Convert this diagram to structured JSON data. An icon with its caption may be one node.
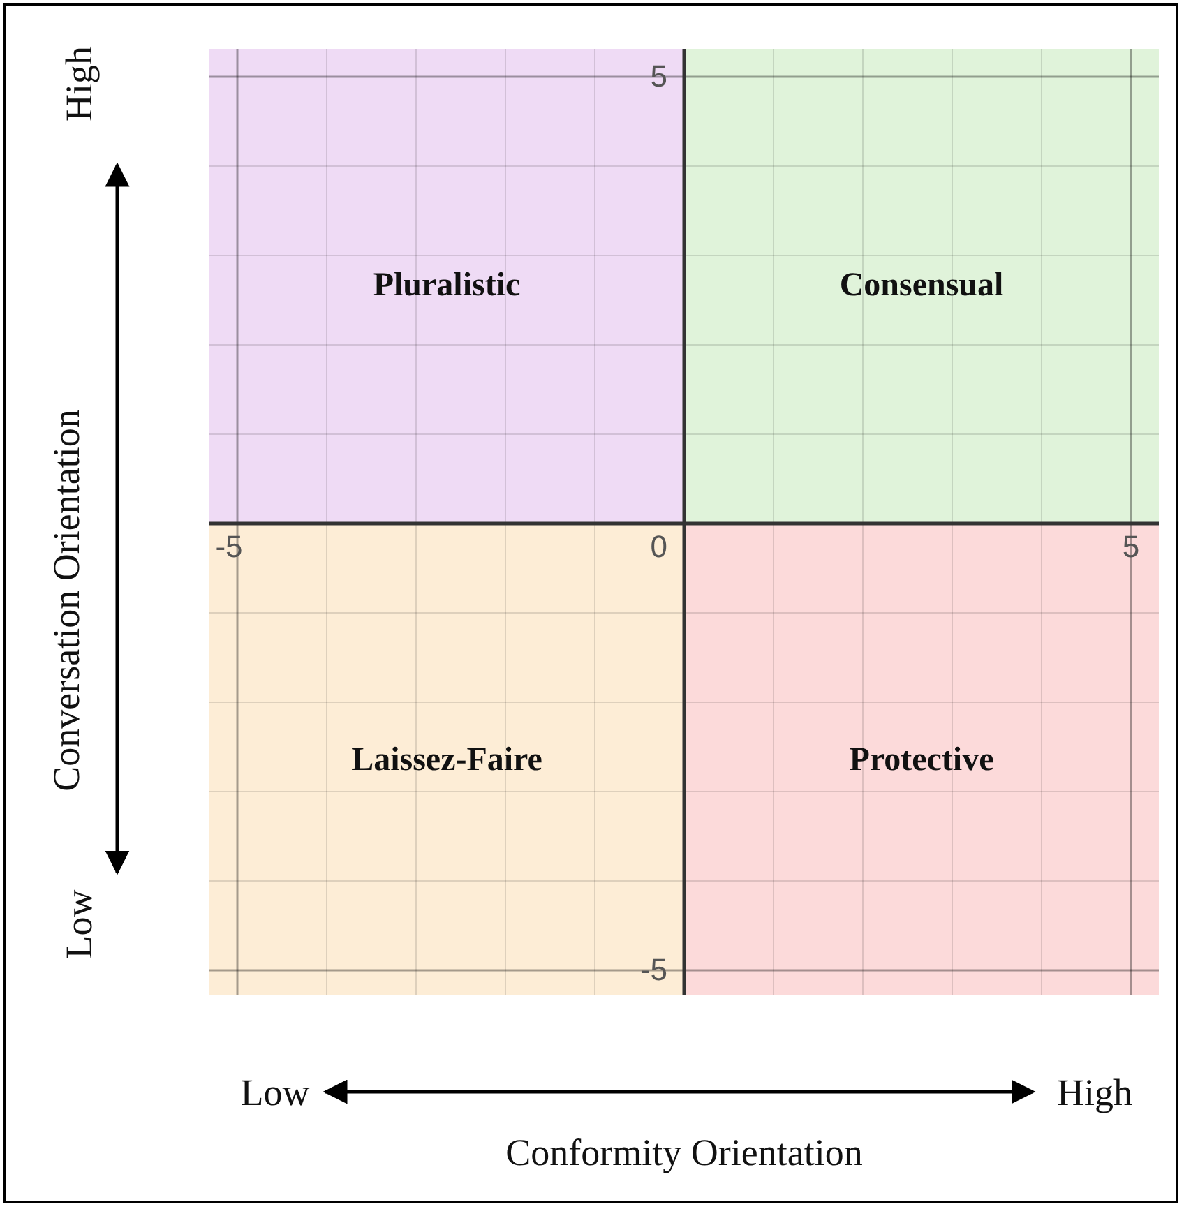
{
  "diagram": {
    "nodes": [
      {
        "text": [
          "Pluralistic"
        ]
      },
      {
        "text": [
          "Consensual"
        ]
      },
      {
        "text": [
          "Laissez-Faire"
        ]
      },
      {
        "text": [
          "Protective"
        ]
      }
    ],
    "edges": [],
    "labels": [
      "High",
      "5",
      "Conversation Orientation",
      "-5",
      "0",
      "5",
      "Low",
      "-5",
      "Low",
      "High",
      "Conformity Orientation"
    ]
  }
}
